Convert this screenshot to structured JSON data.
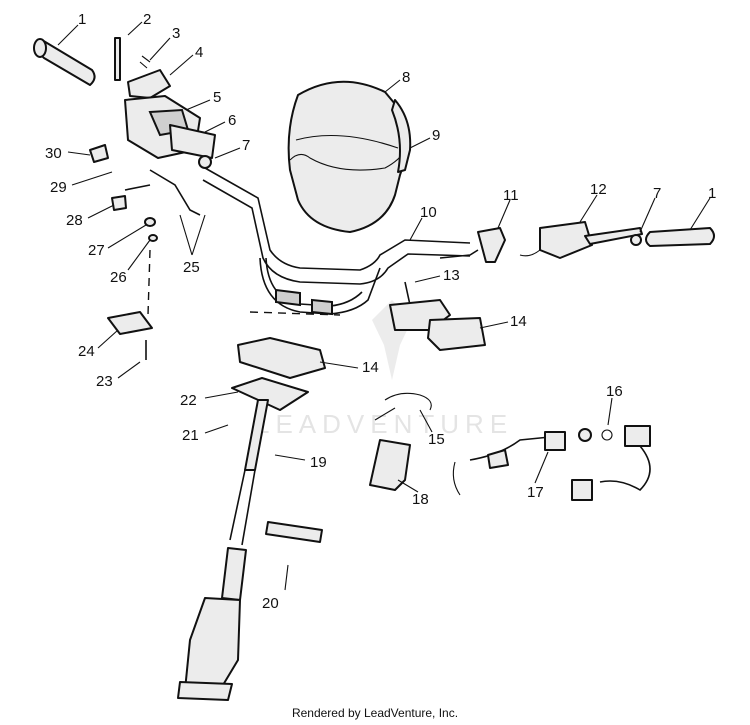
{
  "diagram": {
    "watermark": "LEADVENTURE",
    "footer": "Rendered by LeadVenture, Inc.",
    "callouts": [
      {
        "id": "c1a",
        "label": "1"
      },
      {
        "id": "c2",
        "label": "2"
      },
      {
        "id": "c3",
        "label": "3"
      },
      {
        "id": "c4",
        "label": "4"
      },
      {
        "id": "c5",
        "label": "5"
      },
      {
        "id": "c6",
        "label": "6"
      },
      {
        "id": "c7a",
        "label": "7"
      },
      {
        "id": "c8",
        "label": "8"
      },
      {
        "id": "c9",
        "label": "9"
      },
      {
        "id": "c10",
        "label": "10"
      },
      {
        "id": "c11",
        "label": "11"
      },
      {
        "id": "c12",
        "label": "12"
      },
      {
        "id": "c7b",
        "label": "7"
      },
      {
        "id": "c1b",
        "label": "1"
      },
      {
        "id": "c13",
        "label": "13"
      },
      {
        "id": "c14a",
        "label": "14"
      },
      {
        "id": "c14b",
        "label": "14"
      },
      {
        "id": "c30",
        "label": "30"
      },
      {
        "id": "c29",
        "label": "29"
      },
      {
        "id": "c28",
        "label": "28"
      },
      {
        "id": "c27",
        "label": "27"
      },
      {
        "id": "c26",
        "label": "26"
      },
      {
        "id": "c25",
        "label": "25"
      },
      {
        "id": "c24",
        "label": "24"
      },
      {
        "id": "c23",
        "label": "23"
      },
      {
        "id": "c22",
        "label": "22"
      },
      {
        "id": "c21",
        "label": "21"
      },
      {
        "id": "c19",
        "label": "19"
      },
      {
        "id": "c20",
        "label": "20"
      },
      {
        "id": "c15",
        "label": "15"
      },
      {
        "id": "c16",
        "label": "16"
      },
      {
        "id": "c17",
        "label": "17"
      },
      {
        "id": "c18",
        "label": "18"
      }
    ]
  }
}
